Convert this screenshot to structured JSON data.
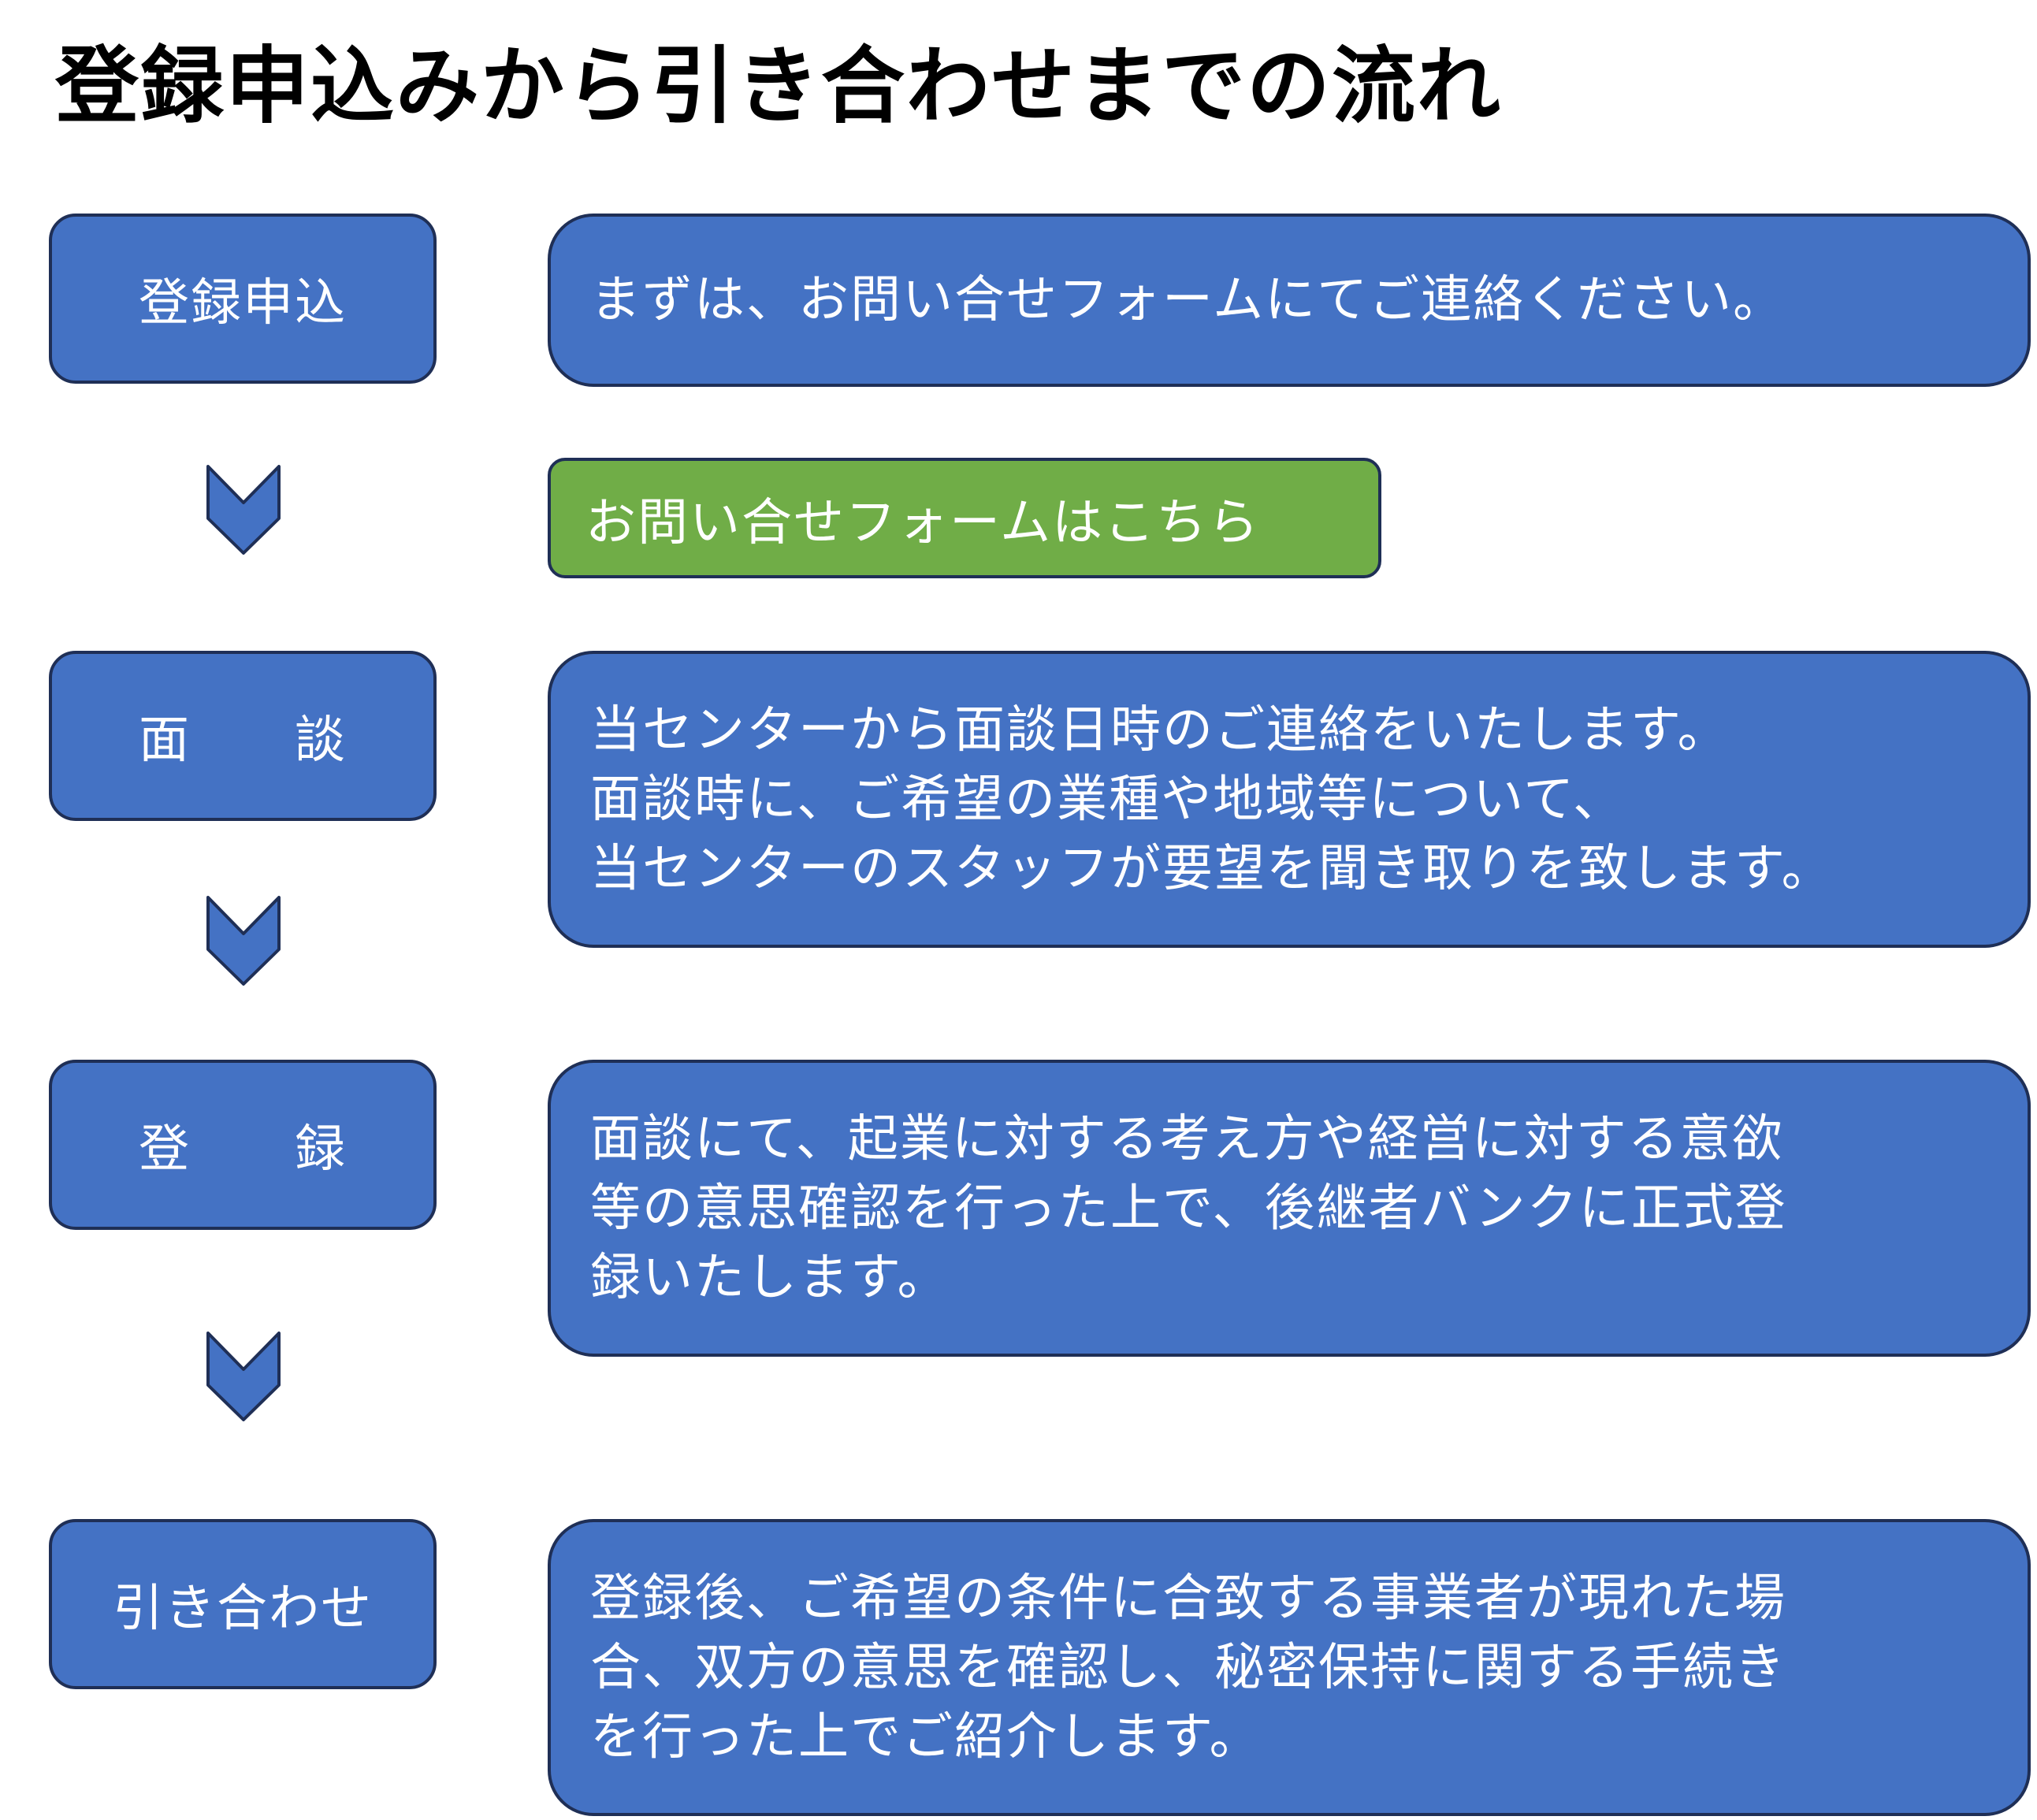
{
  "title": "登録申込みから引き合わせまでの流れ",
  "colors": {
    "step_fill": "#4472c4",
    "step_border": "#1f2f56",
    "link_fill": "#70ad47",
    "text_on_fill": "#ffffff"
  },
  "steps": [
    {
      "label": "登録申込",
      "description": "まずは、お問い合せフォームにてご連絡ください。"
    },
    {
      "label": "面　　談",
      "description": "当センターから面談日時のご連絡をいたします。\n面談時に、ご希望の業種や地域等について、\n当センターのスタッフが要望を聞き取りを致します。"
    },
    {
      "label": "登　　録",
      "description": "面談にて、起業に対する考え方や経営に対する意欲\n等の意思確認を行った上で、後継者バンクに正式登\n録いたします。"
    },
    {
      "label": "引き合わせ",
      "description": "登録後、ご希望の条件に合致する事業者が現れた場\n合、双方の意思を確認し、秘密保持に関する手続き\nを行った上でご紹介します。"
    }
  ],
  "contact_link": {
    "label": "お問い合せフォームはこちら"
  },
  "arrow_icon": "chevron-down-icon"
}
